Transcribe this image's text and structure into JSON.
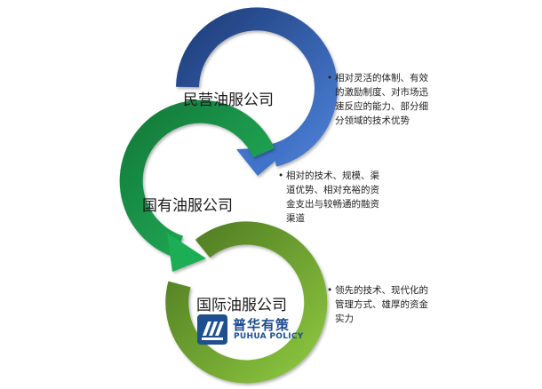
{
  "colors": {
    "blue_dark": "#1f3d7a",
    "blue_light": "#4a7fd6",
    "green_dark": "#147a3a",
    "green_light": "#22b45c",
    "olive_dark": "#4e7a22",
    "olive_light": "#8cc63f",
    "brand": "#1e4f8f"
  },
  "tiers": [
    {
      "label": "民营油服公司",
      "note_lines": [
        "相对灵活的体制、有效",
        "的激励制度、对市场迅",
        "速反应的能力、部分细",
        "分领域的技术优势"
      ]
    },
    {
      "label": "国有油服公司",
      "note_lines": [
        "相对的技术、规模、渠",
        "道优势、相对充裕的资",
        "金支出与较畅通的融资",
        "渠道"
      ]
    },
    {
      "label": "国际油服公司",
      "note_lines": [
        "领先的技术、现代化的",
        "管理方式、雄厚的资金",
        "实力"
      ]
    }
  ],
  "logo": {
    "name_cn": "普华有策",
    "name_en": "PUHUA POLICY"
  }
}
